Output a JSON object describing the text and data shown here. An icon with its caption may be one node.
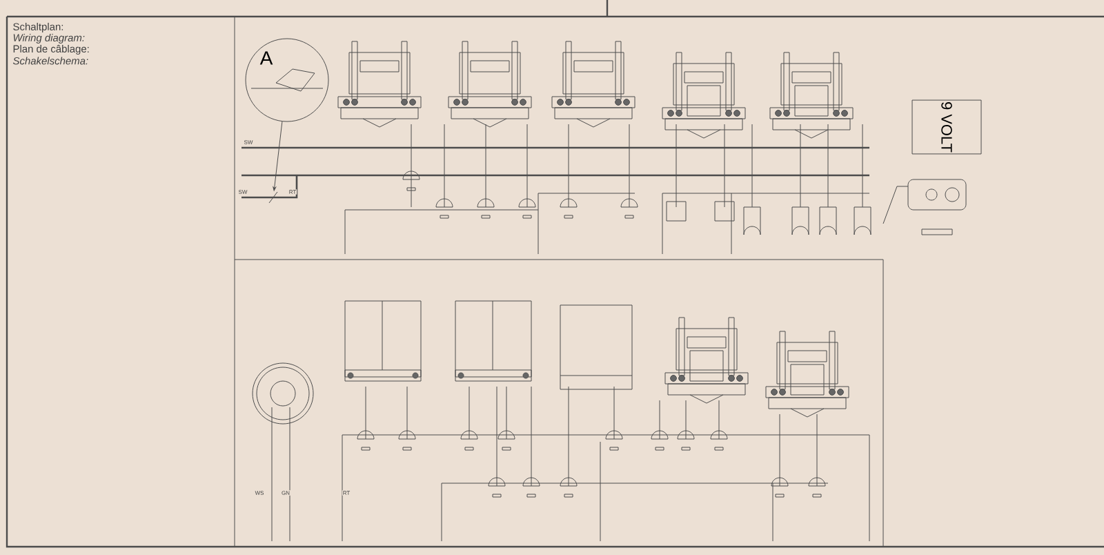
{
  "diagram": {
    "nodes": [
      {
        "text": [
          "A"
        ]
      },
      {
        "text": [
          "9 VOLT"
        ]
      },
      {
        "text": [],
        "shape": "switch"
      }
    ],
    "edges": [
      {
        "from": 0,
        "to": 2,
        "arrow": "to"
      }
    ],
    "labels": [
      "Schaltplan:",
      "Wiring diagram:",
      "Plan de câblage:",
      "Schakelschema:",
      "SW",
      "SW",
      "RT",
      "WS",
      "GN",
      "RT"
    ]
  }
}
